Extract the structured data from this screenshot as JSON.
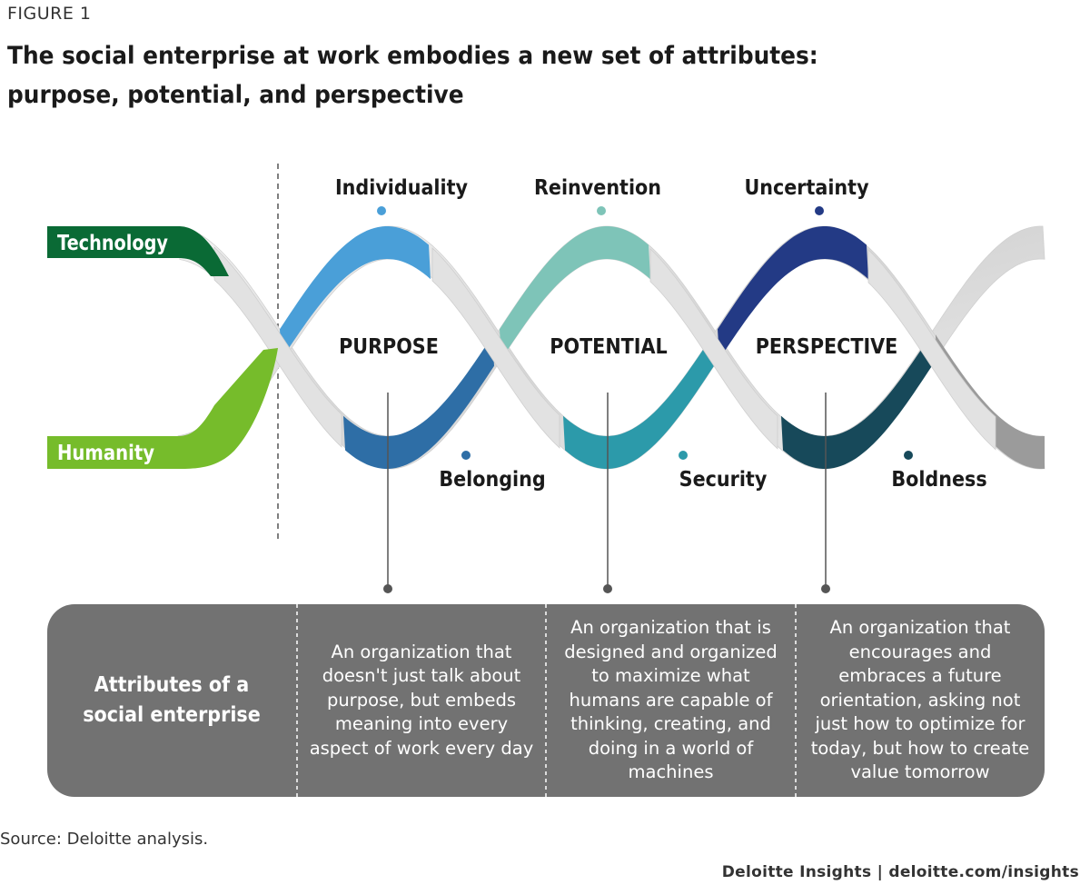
{
  "figure_label": "FIGURE 1",
  "title_line1": "The social enterprise at work embodies a new set of attributes:",
  "title_line2": "purpose, potential, and perspective",
  "strands": {
    "technology": "Technology",
    "humanity": "Humanity"
  },
  "pillars": [
    {
      "name": "PURPOSE",
      "top_label": "Individuality",
      "bottom_label": "Belonging",
      "top_color": "#4a9fd8",
      "bottom_color": "#2e6ea6"
    },
    {
      "name": "POTENTIAL",
      "top_label": "Reinvention",
      "bottom_label": "Security",
      "top_color": "#7ec4b8",
      "bottom_color": "#2c9aaa"
    },
    {
      "name": "PERSPECTIVE",
      "top_label": "Uncertainty",
      "bottom_label": "Boldness",
      "top_color": "#233a85",
      "bottom_color": "#17495a"
    }
  ],
  "colors": {
    "technology": "#0a6a35",
    "humanity": "#76bc2b",
    "ribbon_light": "#e6e6e6",
    "ribbon_grey": "#9b9b9b",
    "panel": "#727272"
  },
  "panel": {
    "heading": "Attributes of a social enterprise",
    "descriptions": [
      "An organization that doesn't just talk about purpose, but embeds meaning into every aspect of work every day",
      "An organization that is designed and organized to maximize what humans are capable of thinking, creating, and doing in a world of machines",
      "An organization that encourages and embraces a future orientation, asking not just how to optimize for today, but how to create value tomorrow"
    ]
  },
  "source": "Source: Deloitte analysis.",
  "footer": "Deloitte Insights | deloitte.com/insights"
}
